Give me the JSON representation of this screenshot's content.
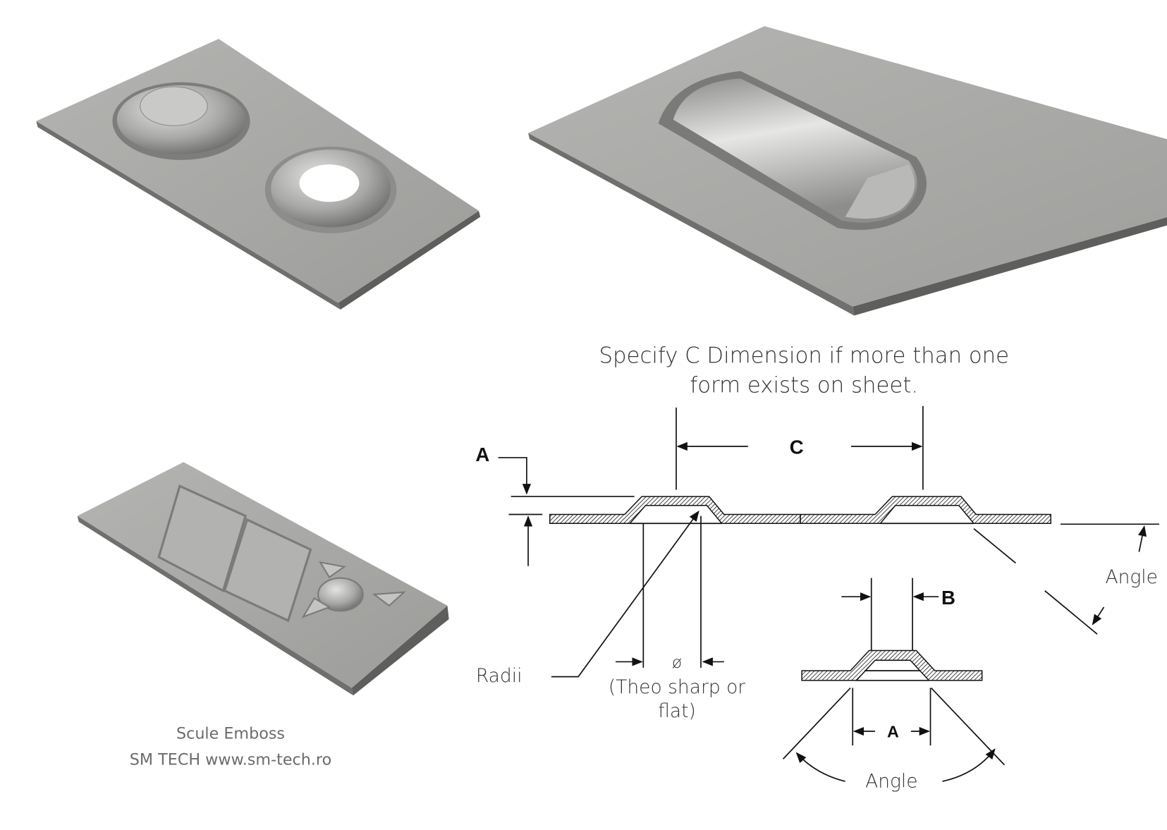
{
  "note": {
    "line1": "Specify C Dimension if more than one",
    "line2": "form exists on sheet."
  },
  "caption": {
    "line1": "Scule Emboss",
    "line2": "SM TECH www.sm-tech.ro"
  },
  "labels": {
    "A_height": "A",
    "C": "C",
    "radii": "Radii",
    "diameter_symbol": "ø",
    "theo_line1": "(Theo sharp or",
    "theo_line2": "flat)",
    "angle_right": "Angle",
    "B": "B",
    "A_width": "A",
    "angle_bottom": "Angle"
  },
  "colors": {
    "plate": "#a9aaa7",
    "plate_edge": "#6f706d",
    "line": "#111111"
  }
}
